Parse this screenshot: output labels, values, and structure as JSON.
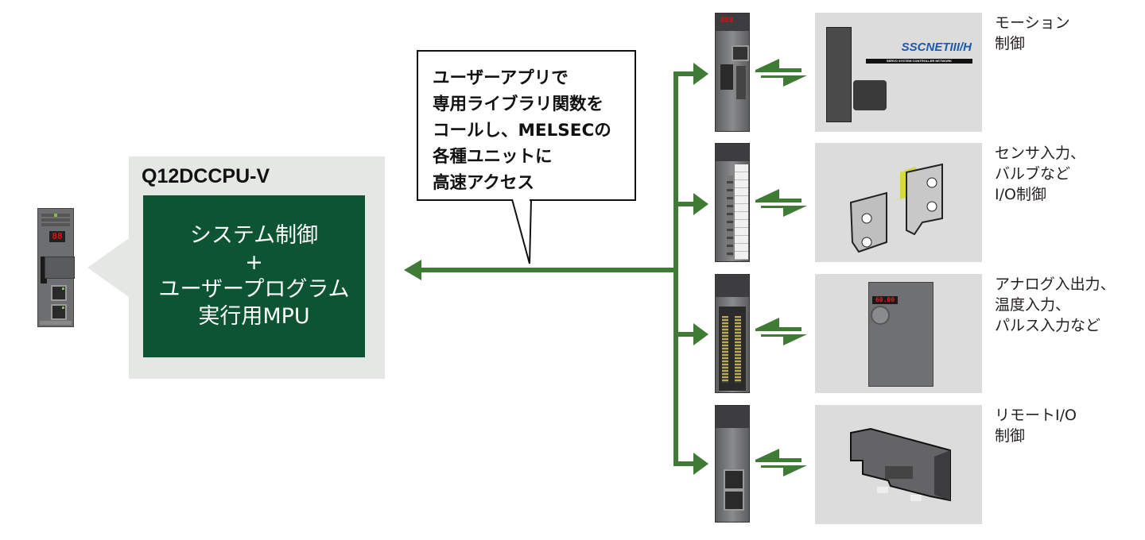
{
  "diagram": {
    "colors": {
      "connector_green": "#3f7b35",
      "cpu_box_green": "#0d5432",
      "panel_gray": "#e4e7e4",
      "card_gray": "#dcdcdc",
      "text_dark": "#231f20"
    },
    "cpu": {
      "model": "Q12DCCPU-V",
      "function_lines": [
        "システム制御",
        "+",
        "ユーザープログラム",
        "実行用MPU"
      ],
      "device_icon": "plc-cpu-module-icon",
      "display_digits": "88"
    },
    "callout": {
      "lines": [
        "ユーザーアプリで",
        "専用ライブラリ関数を",
        "コールし、MELSECの",
        "各種ユニットに",
        "高速アクセス"
      ]
    },
    "units": [
      {
        "name": "motion",
        "module_icon": "servo-amplifier-module-icon",
        "card_icon": "sscnet-servo-motor-icon",
        "card_logo": "SSCNETIII/H",
        "card_logo_sub": "SERVO SYSTEM CONTROLLER NETWORK",
        "label_lines": [
          "モーション",
          "制御"
        ]
      },
      {
        "name": "io",
        "module_icon": "io-terminal-module-icon",
        "card_icon": "photoelectric-sensor-icon",
        "label_lines": [
          "センサ入力、",
          "バルブなど",
          "I/O制御"
        ]
      },
      {
        "name": "analog",
        "module_icon": "connector-module-icon",
        "card_icon": "inverter-drive-icon",
        "card_display": "60.00",
        "label_lines": [
          "アナログ入出力、",
          "温度入力、",
          "パルス入力など"
        ]
      },
      {
        "name": "remote-io",
        "module_icon": "network-module-icon",
        "card_icon": "remote-io-block-icon",
        "label_lines": [
          "リモートI/O",
          "制御"
        ]
      }
    ]
  }
}
